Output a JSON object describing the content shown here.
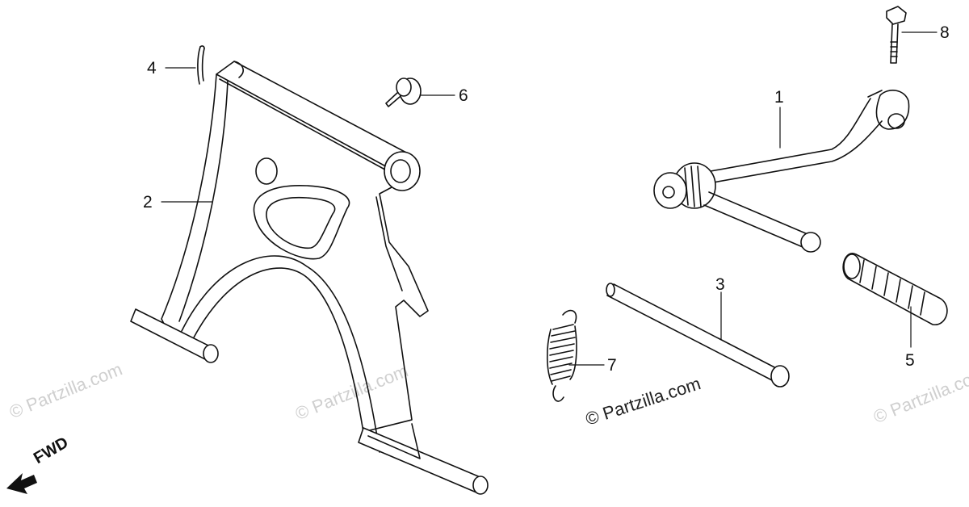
{
  "callouts": {
    "c1": "1",
    "c2": "2",
    "c3": "3",
    "c4": "4",
    "c5": "5",
    "c6": "6",
    "c7": "7",
    "c8": "8"
  },
  "watermark": {
    "main": "© Partzilla.com",
    "faint": "© Partzilla.com",
    "faint2": "© Partzilla.com",
    "faint3": "© Partzilla.com"
  },
  "direction": {
    "label": "FWD"
  },
  "colors": {
    "line": "#111111",
    "watermark": "#cfcfcf"
  }
}
